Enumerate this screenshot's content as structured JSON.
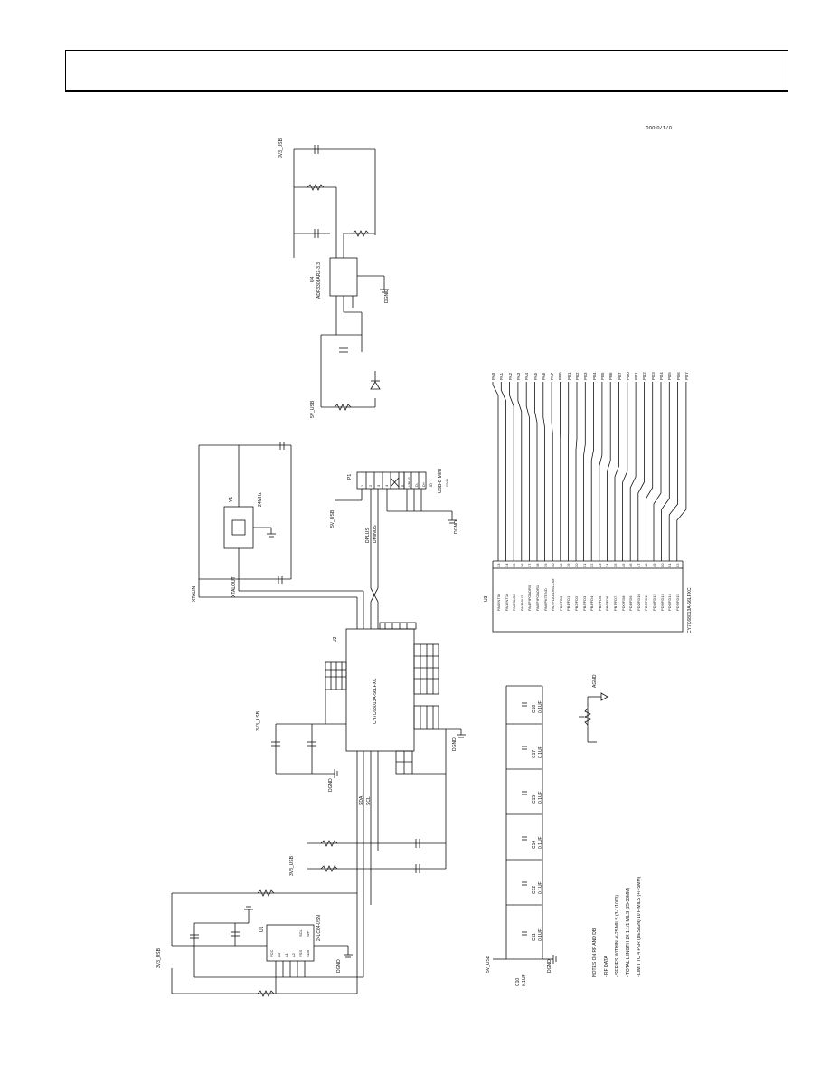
{
  "figure_id": "07178-006",
  "notes": {
    "title": "NOTES ON RF AND DB",
    "lines": [
      "- RF DATA",
      "- SERIES WITHIN +/-25 MILS (3-1/1000)",
      "- TOTAL LENGTH 2X 1.1/1 MILS (25-30MM)",
      "- LIMIT TO 4 PER (DESIGN) 10 F MILS (+/- 5MM)"
    ]
  },
  "connector": {
    "ref": "P1",
    "part": "USB-B MINI",
    "pins": [
      "1",
      "2",
      "3",
      "4",
      "5"
    ],
    "labels": [
      "VBUS",
      "D-",
      "D+",
      "ID",
      "GND"
    ]
  },
  "components": {
    "u1": {
      "ref": "U1",
      "part": "24LC64-I/SN",
      "pins": [
        "VCC",
        "A0",
        "A1",
        "A2",
        "VSS",
        "SDA",
        "SCL",
        "WP"
      ]
    },
    "u2": {
      "ref": "U2",
      "part": "CY7C68013A-56LFXC"
    },
    "u3": {
      "ref": "U3",
      "part": "CY7C68013A-56LFXC"
    },
    "u4": {
      "ref": "U4",
      "part": "ADP3303ARZ-3.3"
    },
    "y1": {
      "ref": "Y1",
      "part": "24MHz"
    }
  },
  "nets": {
    "vbus": "5V_USB",
    "v33": "3V3_USB",
    "dgnd": "DGND",
    "agnd": "AGND",
    "xtalin": "XTALIN",
    "xtalout": "XTALOUT",
    "dplus": "DPLUS",
    "dminus": "DMINUS",
    "sda": "SDA",
    "scl": "SCL"
  },
  "u3_pins": [
    {
      "num": "33",
      "name": "PA0/INT0#"
    },
    {
      "num": "34",
      "name": "PA1/INT1#"
    },
    {
      "num": "35",
      "name": "PA2/SLOE"
    },
    {
      "num": "36",
      "name": "PA3/WU2"
    },
    {
      "num": "37",
      "name": "PA4/FIFOADR0"
    },
    {
      "num": "38",
      "name": "PA5/FIFOADR1"
    },
    {
      "num": "39",
      "name": "PA6/PKTEND"
    },
    {
      "num": "40",
      "name": "PA7/FLAGD/SLCS#"
    },
    {
      "num": "18",
      "name": "PB0/FD0"
    },
    {
      "num": "19",
      "name": "PB1/FD1"
    },
    {
      "num": "20",
      "name": "PB2/FD2"
    },
    {
      "num": "21",
      "name": "PB3/FD3"
    },
    {
      "num": "22",
      "name": "PB4/FD4"
    },
    {
      "num": "23",
      "name": "PB5/FD5"
    },
    {
      "num": "24",
      "name": "PB6/FD6"
    },
    {
      "num": "25",
      "name": "PB7/FD7"
    },
    {
      "num": "45",
      "name": "PD0/FD8"
    },
    {
      "num": "46",
      "name": "PD1/FD9"
    },
    {
      "num": "47",
      "name": "PD2/FD10"
    },
    {
      "num": "48",
      "name": "PD3/FD11"
    },
    {
      "num": "49",
      "name": "PD4/FD12"
    },
    {
      "num": "50",
      "name": "PD5/FD13"
    },
    {
      "num": "51",
      "name": "PD6/FD14"
    },
    {
      "num": "52",
      "name": "PD7/FD15"
    }
  ],
  "bus_labels": [
    "PA0",
    "PA1",
    "PA2",
    "PA3",
    "PA4",
    "PA5",
    "PA6",
    "PA7",
    "PB0",
    "PB1",
    "PB2",
    "PB3",
    "PB4",
    "PB5",
    "PB6",
    "PB7",
    "PD0",
    "PD1",
    "PD2",
    "PD3",
    "PD4",
    "PD5",
    "PD6",
    "PD7"
  ],
  "decoupling": [
    {
      "ref": "C10",
      "value": "0.1UF"
    },
    {
      "ref": "C11",
      "value": "0.1UF"
    },
    {
      "ref": "C12",
      "value": "0.1UF"
    },
    {
      "ref": "C14",
      "value": "0.1UF"
    },
    {
      "ref": "C15",
      "value": "0.1UF"
    },
    {
      "ref": "C17",
      "value": "0.1UF"
    },
    {
      "ref": "C18",
      "value": "0.1UF"
    }
  ]
}
